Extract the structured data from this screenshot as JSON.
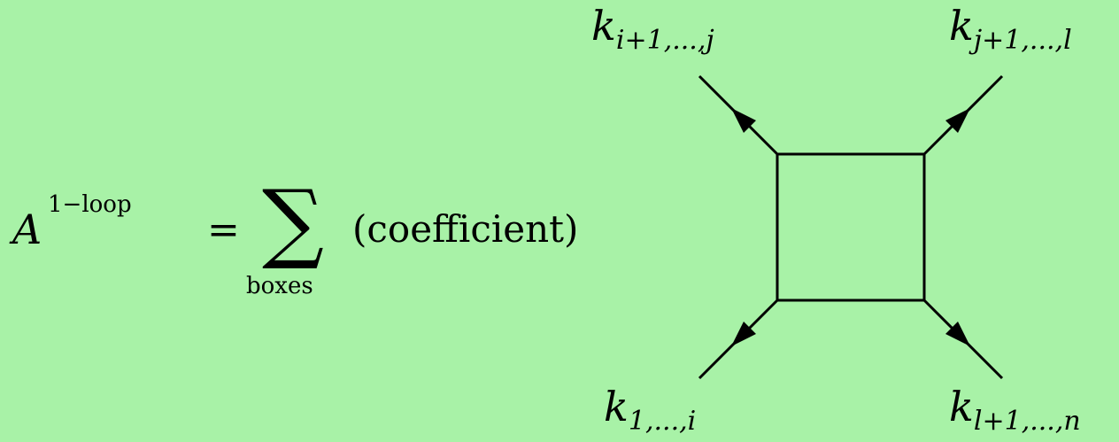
{
  "formula": {
    "lhs_symbol": "A",
    "lhs_superscript": "1−loop",
    "equals": "=",
    "sum_symbol": "∑",
    "sum_subscript": "boxes",
    "term": "(coefficient)"
  },
  "diagram": {
    "labels": {
      "top_left": {
        "base": "k",
        "sub": "i+1,...,j"
      },
      "top_right": {
        "base": "k",
        "sub": "j+1,...,l"
      },
      "bottom_left": {
        "base": "k",
        "sub": "1,...,i"
      },
      "bottom_right": {
        "base": "k",
        "sub": "l+1,...,n"
      }
    },
    "colors": {
      "background": "#a8f2a7",
      "line": "#000000"
    }
  }
}
